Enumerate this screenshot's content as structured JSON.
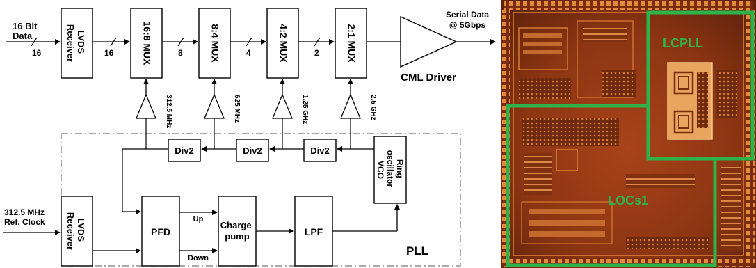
{
  "block_diagram": {
    "input_label_line1": "16 Bit",
    "input_label_line2": "Data",
    "input_bus_width": "16",
    "lvds_receiver_top": [
      "LVDS",
      "Receiver"
    ],
    "bus_after_receiver": "16",
    "mux_16_8": "16:8 MUX",
    "bus_after_mux1": "8",
    "mux_8_4": "8:4 MUX",
    "bus_after_mux2": "4",
    "mux_4_2": "4:2 MUX",
    "bus_after_mux3": "2",
    "mux_2_1": "2:1 MUX",
    "output_label_line1": "Serial Data",
    "output_label_line2": "@ 5Gbps",
    "cml_driver": "CML Driver",
    "clock_1": "312.5 MHz",
    "clock_2": "625 MHz",
    "clock_3": "1.25 GHz",
    "clock_4": "2.5 GHz",
    "div2_1": "Div2",
    "div2_2": "Div2",
    "div2_3": "Div2",
    "vco": [
      "Ring",
      "oscillator",
      "VCO"
    ],
    "ref_clock_line1": "312.5 MHz",
    "ref_clock_line2": "Ref. Clock",
    "lvds_receiver_bottom": [
      "LVDS",
      "Receiver"
    ],
    "pfd": "PFD",
    "up": "Up",
    "down": "Down",
    "charge_pump": [
      "Charge",
      "pump"
    ],
    "lpf": "LPF",
    "pll": "PLL"
  },
  "die_photo": {
    "lcpll_label": "LCPLL",
    "locs1_label": "LOCs1",
    "highlight_color": "#2db34a",
    "die_color": "#b4501e"
  }
}
